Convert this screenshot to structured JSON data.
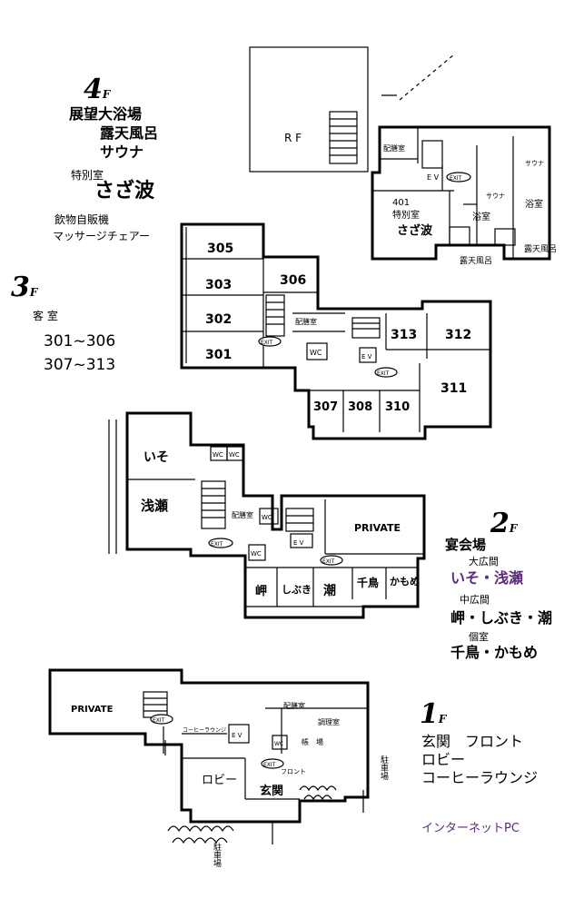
{
  "floors": {
    "f4": {
      "floor_number": "4",
      "floor_suffix": "F",
      "facilities": [
        "展望大浴場",
        "露天風呂",
        "サウナ"
      ],
      "special_room_heading": "特別室",
      "special_room_name": "さざ波",
      "amenities": [
        "飲物自販機",
        "マッサージチェアー"
      ]
    },
    "f3": {
      "floor_number": "3",
      "floor_suffix": "F",
      "heading": "客 室",
      "room_ranges": [
        "301~306",
        "307~313"
      ]
    },
    "f2": {
      "floor_number": "2",
      "floor_suffix": "F",
      "heading": "宴会場",
      "large_hall_label": "大広間",
      "large_hall_rooms": "いそ・浅瀬",
      "medium_hall_label": "中広間",
      "medium_hall_rooms": "岬・しぶき・潮",
      "private_room_label": "個室",
      "private_room_rooms": "千鳥・かもめ"
    },
    "f1": {
      "floor_number": "1",
      "floor_suffix": "F",
      "facilities": [
        "玄関　フロント",
        "ロビー",
        "コーヒーラウンジ"
      ],
      "internet": "インターネットPC"
    }
  },
  "plan_labels": {
    "roof": "R F",
    "room_401_number": "401",
    "room_401_type": "特別室",
    "room_401_name": "さざ波",
    "serving_room": "配膳室",
    "ev": "E V",
    "exit": "EXIT",
    "bath_room": "浴室",
    "sauna": "サウナ",
    "rotenburo": "露天風呂",
    "wc": "WC",
    "rooms_3f": [
      "305",
      "303",
      "302",
      "301",
      "306",
      "313",
      "312",
      "307",
      "308",
      "310",
      "311"
    ],
    "iso": "いそ",
    "asase": "浅瀬",
    "private": "PRIVATE",
    "misaki": "岬",
    "shibuki": "しぶき",
    "ushio": "潮",
    "chidori": "千鳥",
    "kamome": "かもめ",
    "coffee_lounge": "コーヒーラウンジ",
    "kitchen": "調理室",
    "chubo": "帳　場",
    "lobby": "ロビー",
    "genkan": "玄関",
    "front": "フロント",
    "parking": "駐車場"
  },
  "colors": {
    "accent": "#5a2a7a"
  }
}
